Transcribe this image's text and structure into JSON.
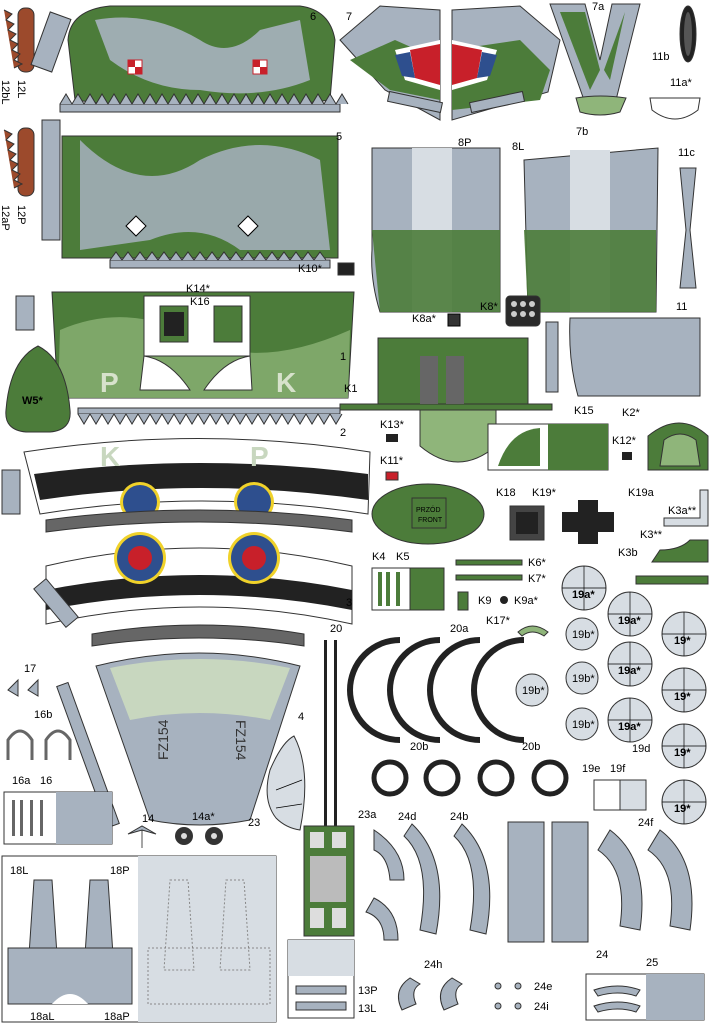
{
  "colors": {
    "green": "#4c7c3a",
    "lightgreen": "#8fb57a",
    "grey": "#a7b2bf",
    "lightgrey": "#d7dde3",
    "dark": "#222",
    "red": "#c8202a",
    "blue": "#2e4f8e",
    "brown": "#9c4a2c",
    "yellow": "#f0d22a"
  },
  "labels": {
    "p6": "6",
    "p7": "7",
    "p7a": "7a",
    "p7b": "7b",
    "p11b": "11b",
    "p11a": "11a*",
    "p12L": "12L",
    "p12bL": "12bL",
    "p12P": "12P",
    "p12aP": "12aP",
    "p5": "5",
    "p8P": "8P",
    "p8L": "8L",
    "p11c": "11c",
    "pK10": "K10*",
    "pK14": "K14*",
    "pK16": "K16",
    "pK8": "K8*",
    "pK8a": "K8a*",
    "p11": "11",
    "p1": "1",
    "pW5": "W5*",
    "pK1": "K1",
    "pK13": "K13*",
    "pK15": "K15",
    "pK2": "K2*",
    "pK12": "K12*",
    "p2": "2",
    "pK11": "K11*",
    "pK18": "K18",
    "pK19": "K19*",
    "pK19a": "K19a",
    "pK3a": "K3a**",
    "pK3": "K3**",
    "pK3b": "K3b",
    "pK4": "K4",
    "pK5": "K5",
    "pK6": "K6*",
    "pK7": "K7*",
    "pK9": "K9",
    "pK9a": "K9a*",
    "p3": "3",
    "pK17": "K17*",
    "p20": "20",
    "p20a": "20a",
    "p20b1": "20b",
    "p20b2": "20b",
    "p17": "17",
    "p16b": "16b",
    "p4": "4",
    "p16a": "16a",
    "p16": "16",
    "p14": "14",
    "p14a": "14a*",
    "p23": "23",
    "p23a": "23a",
    "p24d": "24d",
    "p24b": "24b",
    "p24f": "24f",
    "p24": "24",
    "p19d": "19d",
    "p19e": "19e",
    "p19f": "19f",
    "p18L": "18L",
    "p18P": "18P",
    "p18aL": "18aL",
    "p18aP": "18aP",
    "p13P": "13P",
    "p13L": "13L",
    "p24h": "24h",
    "p24e": "24e",
    "p24i": "24i",
    "p25": "25"
  },
  "markings": {
    "przod": "PRZÓD",
    "front": "FRONT",
    "letterP": "P",
    "letterK": "K",
    "serial": "FZ154"
  },
  "wheels": {
    "w19a": "19a*",
    "w19b": "19b*",
    "w19": "19*"
  }
}
